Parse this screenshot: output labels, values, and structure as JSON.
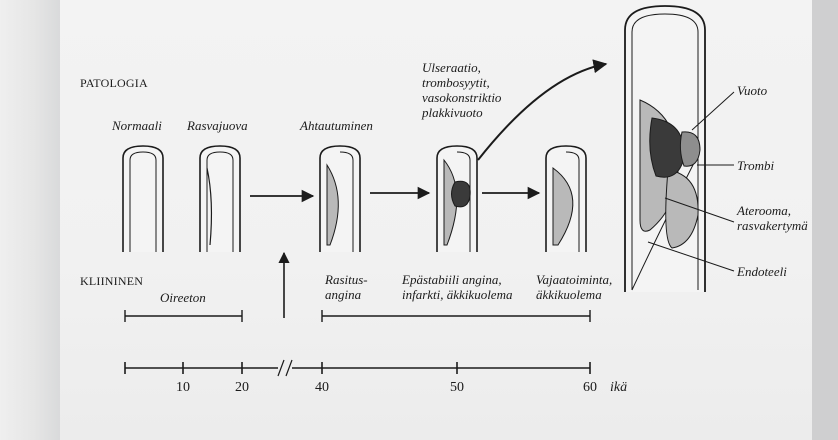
{
  "diagram": {
    "section_pathology": "PATOLOGIA",
    "section_clinical": "KLIININEN",
    "stages": [
      {
        "label": "Normaali"
      },
      {
        "label": "Rasvajuova"
      },
      {
        "label": "Ahtautuminen"
      },
      {
        "label": "Ulseraatio,\ntrombosyytit,\nvasokonstriktio\nplakkivuoto"
      }
    ],
    "clinical": [
      {
        "label": "Oireeton"
      },
      {
        "label": "Rasitus-\nangina"
      },
      {
        "label": "Epästabiili angina,\ninfarkti, äkkikuolema"
      },
      {
        "label": "Vajaatoiminta,\näkkikuolema"
      }
    ],
    "detail_labels": {
      "bleeding": "Vuoto",
      "thrombus": "Trombi",
      "atheroma": "Aterooma,\nrasvakertymä",
      "endothelium": "Endoteeli"
    },
    "age_axis": {
      "ticks": [
        "10",
        "20",
        "40",
        "50",
        "60"
      ],
      "unit": "ikä"
    },
    "colors": {
      "ink": "#1b1b1b",
      "vessel_fill": "#f4f4f4",
      "plaque": "#b9b9b9",
      "thrombus": "#3a3a3a",
      "background": "#f1f1f1"
    }
  }
}
